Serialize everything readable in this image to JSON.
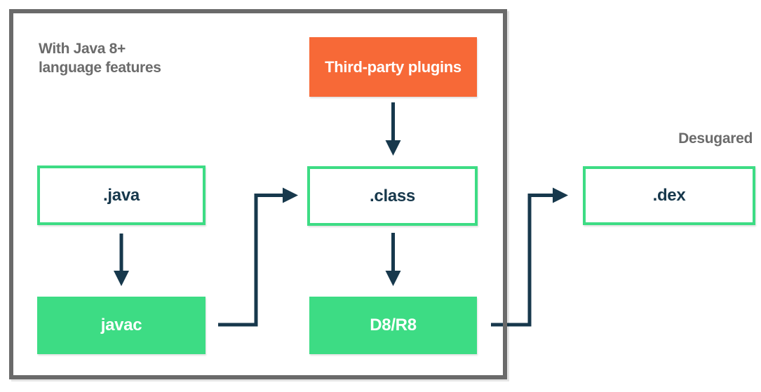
{
  "diagram": {
    "title_note": {
      "line1": "With Java 8+",
      "line2": "language features"
    },
    "desugared_label": "Desugared",
    "nodes": {
      "third_party": "Third-party plugins",
      "java": ".java",
      "javac": "javac",
      "class": ".class",
      "d8r8": "D8/R8",
      "dex": ".dex"
    },
    "flows": [
      {
        "from": "third_party",
        "to": "class"
      },
      {
        "from": "java",
        "to": "javac"
      },
      {
        "from": "javac",
        "to": "class"
      },
      {
        "from": "class",
        "to": "d8r8"
      },
      {
        "from": "d8r8",
        "to": "dex"
      }
    ],
    "colors": {
      "green": "#3ddc84",
      "orange": "#f76937",
      "arrow_navy": "#17384c",
      "frame_gray": "#6a6a6a",
      "note_gray": "#6b6b6b",
      "white": "#ffffff"
    }
  }
}
